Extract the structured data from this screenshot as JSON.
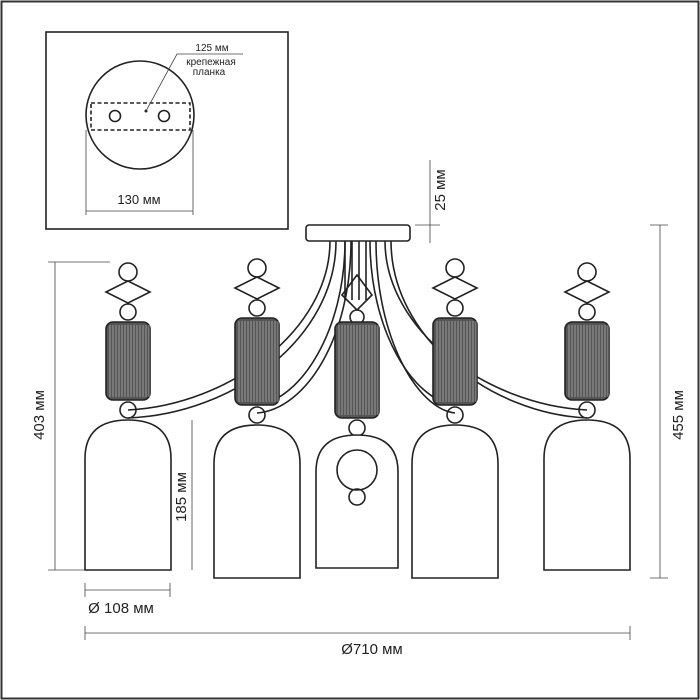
{
  "inset": {
    "bar_length": "125 мм",
    "bar_label_line1": "крепежная",
    "bar_label_line2": "планка",
    "canopy_diameter": "130 мм"
  },
  "dimensions": {
    "canopy_height": "25 мм",
    "arm_height": "403 мм",
    "shade_height": "185 мм",
    "total_height": "455 мм",
    "shade_diameter": "Ø 108 мм",
    "total_diameter": "Ø710 мм"
  }
}
